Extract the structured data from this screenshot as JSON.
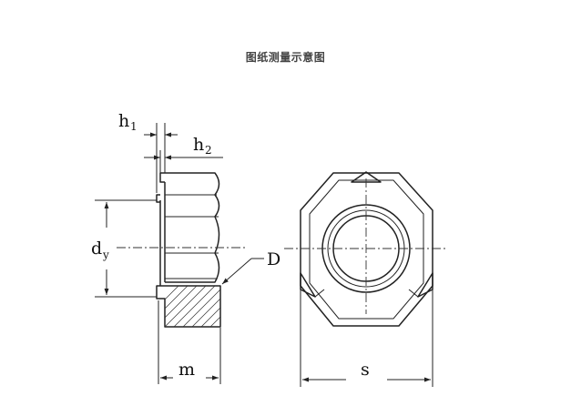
{
  "title": "图纸测量示意图",
  "labels": {
    "h1": "h",
    "h1_sub": "1",
    "h2": "h",
    "h2_sub": "2",
    "dy": "d",
    "dy_sub": "y",
    "D": "D",
    "m": "m",
    "s": "s"
  },
  "line_color": "#222222"
}
